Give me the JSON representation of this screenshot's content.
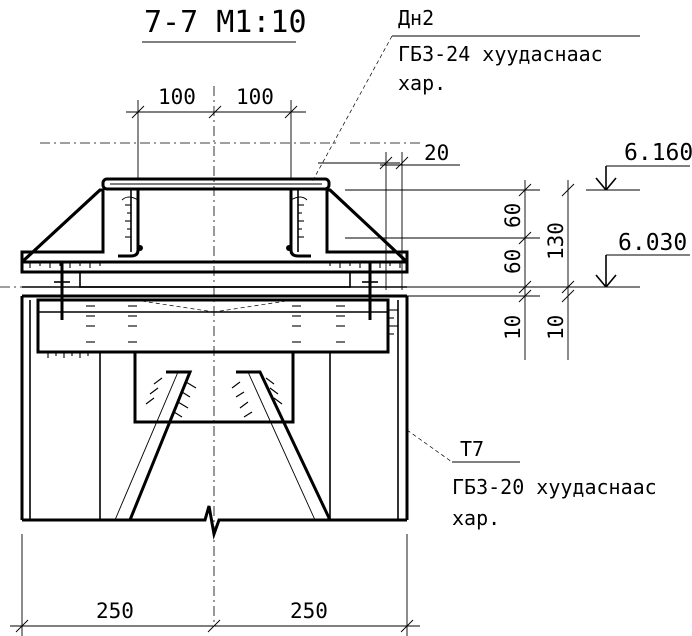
{
  "title": "7-7 M1:10",
  "callout_top": {
    "mark": "Дн2",
    "line1": "ГБЗ-24 хуудаснаас",
    "line2": "хар."
  },
  "callout_bottom": {
    "mark": "Т7",
    "line1": "ГБЗ-20 хуудаснаас",
    "line2": "хар."
  },
  "dims": {
    "top_left": "100",
    "top_right": "100",
    "gap": "20",
    "v60a": "60",
    "v60b": "60",
    "v130": "130",
    "v10a": "10",
    "v10b": "10",
    "bottom_left": "250",
    "bottom_right": "250"
  },
  "elevations": {
    "upper": "6.160",
    "lower": "6.030"
  }
}
